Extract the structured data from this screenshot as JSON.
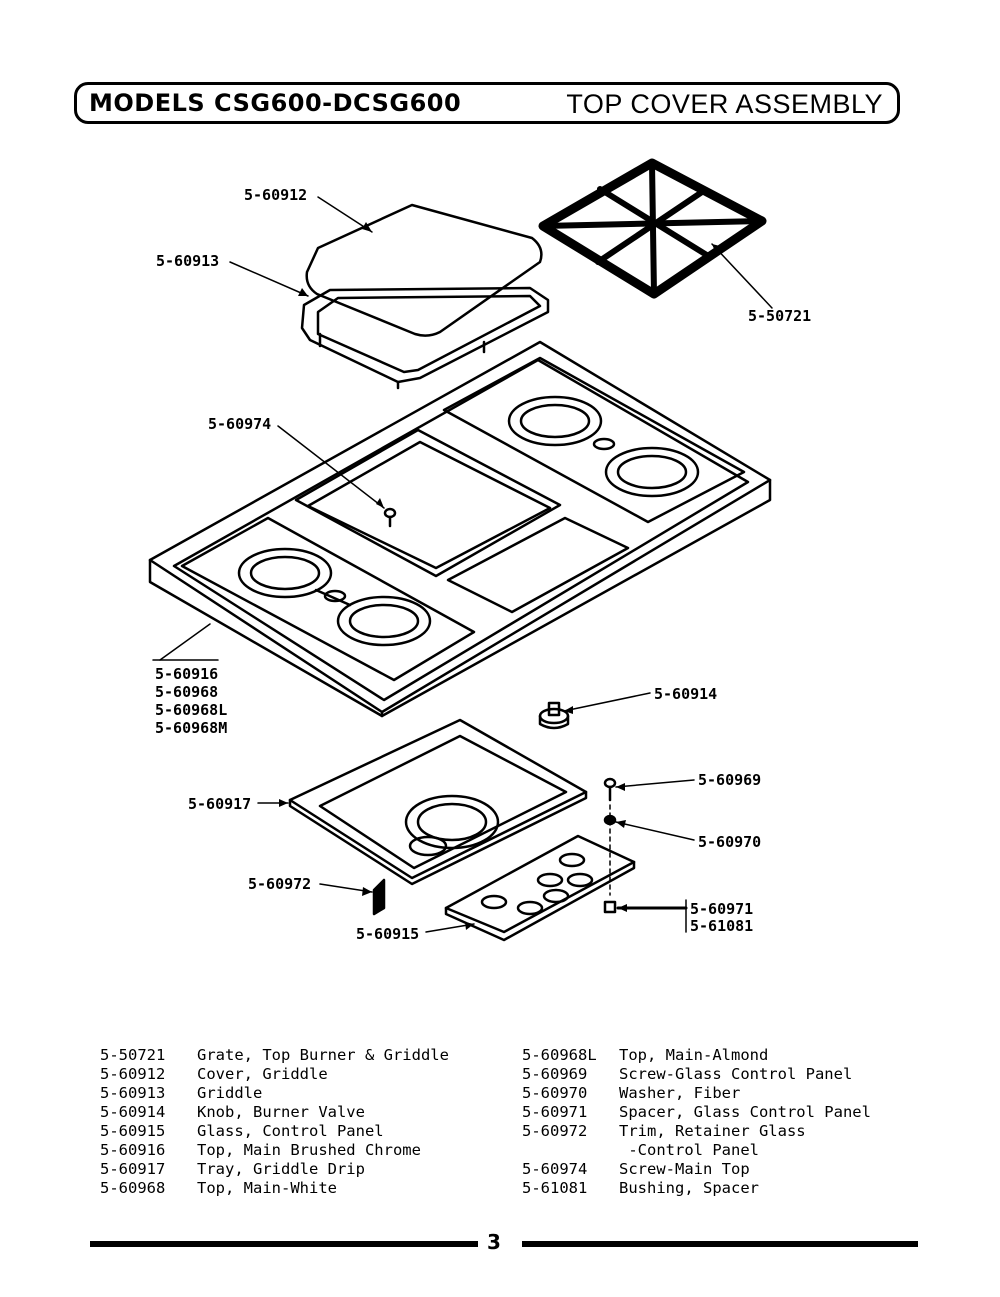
{
  "header": {
    "models": "MODELS CSG600-DCSG600",
    "title": "TOP COVER ASSEMBLY"
  },
  "diagram_labels": {
    "grate": "5-50721",
    "cover": "5-60912",
    "griddle": "5-60913",
    "screw_main_top": "5-60974",
    "top_main": [
      "5-60916",
      "5-60968",
      "5-60968L",
      "5-60968M"
    ],
    "knob": "5-60914",
    "screw_glass": "5-60969",
    "tray": "5-60917",
    "washer": "5-60970",
    "trim": "5-60972",
    "spacer_bushing": [
      "5-60971",
      "5-61081"
    ],
    "glass": "5-60915"
  },
  "parts_left": [
    {
      "num": "5-50721",
      "desc": "Grate, Top Burner & Griddle"
    },
    {
      "num": "5-60912",
      "desc": "Cover, Griddle"
    },
    {
      "num": "5-60913",
      "desc": "Griddle"
    },
    {
      "num": "5-60914",
      "desc": "Knob, Burner Valve"
    },
    {
      "num": "5-60915",
      "desc": "Glass, Control Panel"
    },
    {
      "num": "5-60916",
      "desc": "Top, Main Brushed Chrome"
    },
    {
      "num": "5-60917",
      "desc": "Tray, Griddle Drip"
    },
    {
      "num": "5-60968",
      "desc": "Top, Main-White"
    }
  ],
  "parts_right": [
    {
      "num": "5-60968L",
      "desc": "Top, Main-Almond"
    },
    {
      "num": "5-60969",
      "desc": "Screw-Glass Control Panel"
    },
    {
      "num": "5-60970",
      "desc": "Washer, Fiber"
    },
    {
      "num": "5-60971",
      "desc": "Spacer, Glass Control Panel"
    },
    {
      "num": "5-60972",
      "desc": "Trim, Retainer Glass"
    },
    {
      "num": "",
      "desc": " -Control Panel"
    },
    {
      "num": "5-60974",
      "desc": "Screw-Main Top"
    },
    {
      "num": "5-61081",
      "desc": "Bushing, Spacer"
    }
  ],
  "page_number": "3"
}
